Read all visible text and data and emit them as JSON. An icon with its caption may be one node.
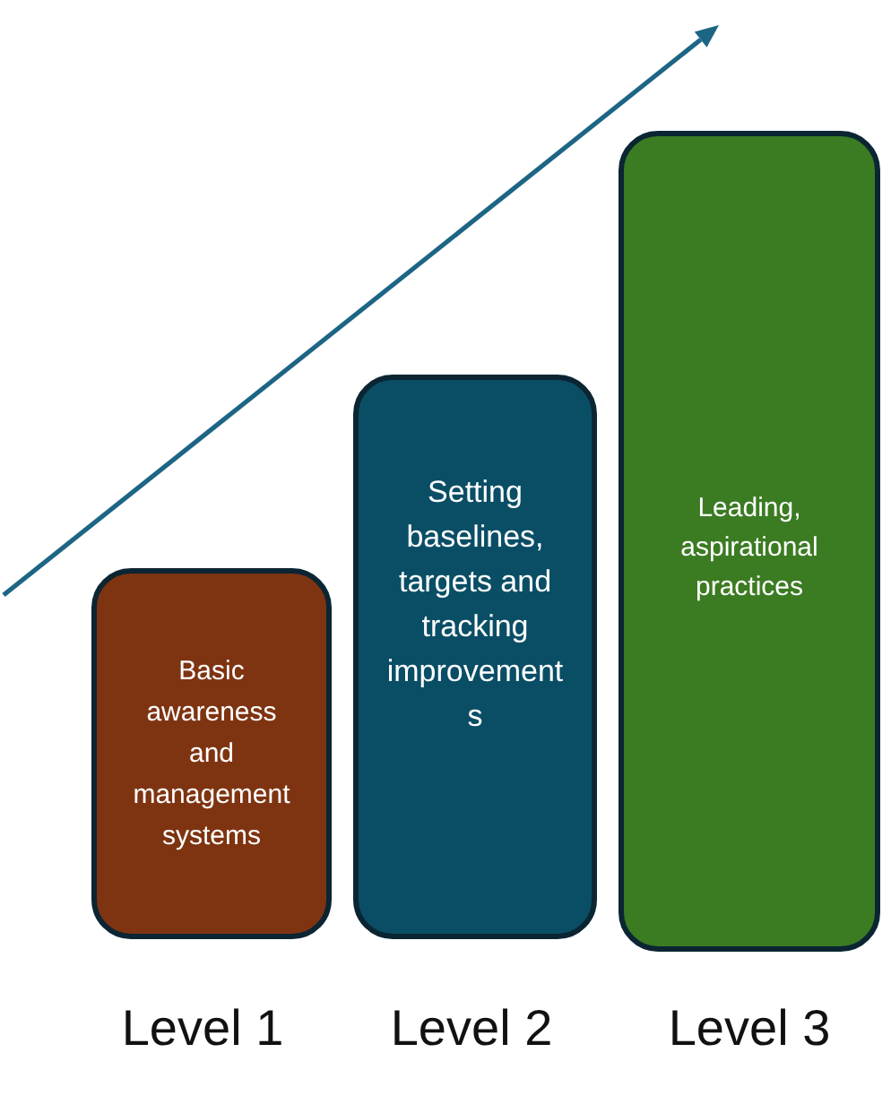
{
  "diagram": {
    "nodes": [
      {
        "text": [
          "Basic awareness and management systems"
        ],
        "beside": [
          "Level 1"
        ]
      },
      {
        "text": [
          "Setting baselines, targets and tracking improvements"
        ],
        "beside": [
          "Level 2"
        ]
      },
      {
        "text": [
          "Leading, aspirational practices"
        ],
        "beside": [
          "Level 3"
        ]
      }
    ]
  }
}
